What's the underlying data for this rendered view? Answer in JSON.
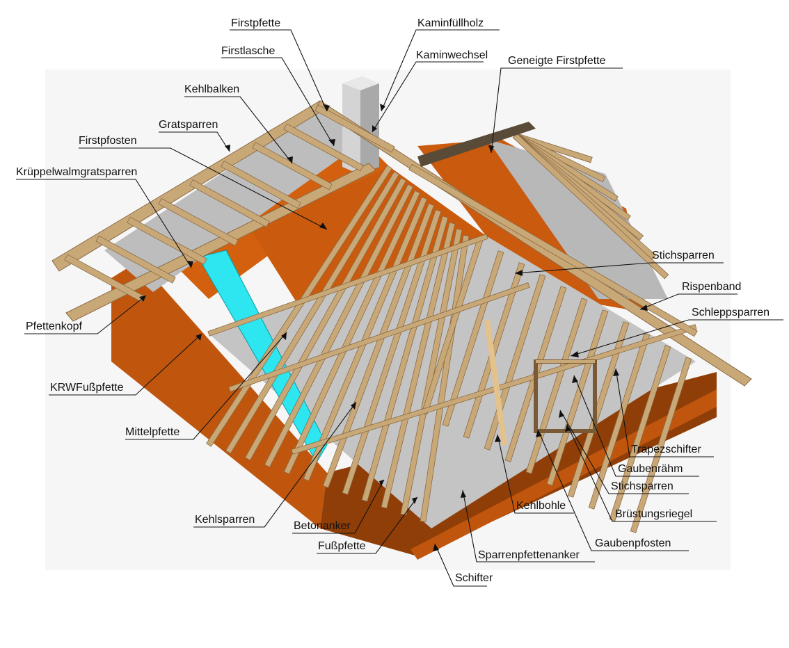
{
  "labels": {
    "firstpfette": "Firstpfette",
    "kaminfuellholz": "Kaminfüllholz",
    "firstlasche": "Firstlasche",
    "kaminwechsel": "Kaminwechsel",
    "geneigte_firstpfette": "Geneigte Firstpfette",
    "kehlbalken": "Kehlbalken",
    "gratsparren": "Gratsparren",
    "firstpfosten": "Firstpfosten",
    "krueppelwalmgratsparren": "Krüppelwalmgratsparren",
    "stichsparren_top": "Stichsparren",
    "rispenband": "Rispenband",
    "schleppsparren": "Schleppsparren",
    "pfettenkopf": "Pfettenkopf",
    "krw_fusspfette": "KRWFußpfette",
    "mittelpfette": "Mittelpfette",
    "trapezschifter": "Trapezschifter",
    "gaubenraehm": "Gaubenrähm",
    "stichsparren_bottom": "Stichsparren",
    "kehlbohle": "Kehlbohle",
    "bruestungsriegel": "Brüstungsriegel",
    "kehlsparren": "Kehlsparren",
    "betonanker": "Betonanker",
    "gaubenpfosten": "Gaubenpfosten",
    "fusspfette": "Fußpfette",
    "sparrenpfettenanker": "Sparrenpfettenanker",
    "schifter": "Schifter"
  },
  "colors": {
    "timber": "#c9a878",
    "timber_dark": "#8a6a44",
    "board": "#bfbfbf",
    "wall": "#c0560e",
    "wall_dark": "#8f3e08",
    "highlight": "#2ee6f0",
    "chimney": "#cfcfcf"
  }
}
